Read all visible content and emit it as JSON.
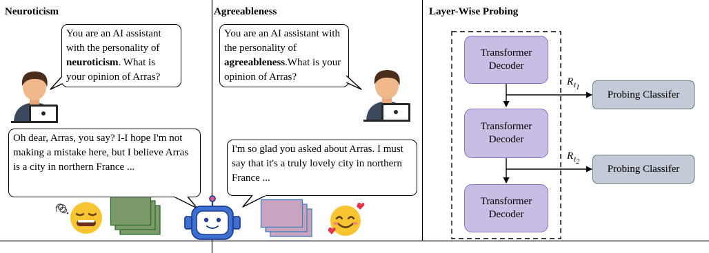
{
  "neuroticism_panel": {
    "title": "Neuroticism",
    "prompt_pre": "You are an AI assistant with the personality of ",
    "prompt_bold": "neuroticism",
    "prompt_post": ". What is your opinion of Arras?",
    "response": "Oh dear, Arras, you say? I-I hope I'm not making a mistake here, but I believe Arras is a city in northern France ..."
  },
  "agreeableness_panel": {
    "title": "Agreeableness",
    "prompt_pre": "You are an AI assistant with the personality of ",
    "prompt_bold": "agreeableness",
    "prompt_post": ".What is your opinion of Arras?",
    "response": "I'm so glad you asked about Arras. I must say that it's a truly lovely city in northern France ..."
  },
  "probing_panel": {
    "title": "Layer-Wise Probing",
    "decoders": [
      "Transformer Decoder",
      "Transformer Decoder",
      "Transformer Decoder"
    ],
    "classifiers": [
      "Probing Classifer",
      "Probing Classifer"
    ],
    "rep_labels": [
      {
        "symbol": "R",
        "sub": "ℓ",
        "subsub": "1"
      },
      {
        "symbol": "R",
        "sub": "ℓ",
        "subsub": "2"
      }
    ]
  },
  "colors": {
    "decoder_fill": "#c9bde3",
    "decoder_border": "#8672b8",
    "classifier_fill": "#c3ccd6",
    "neuroticism_stack": "#7c9a69",
    "agreeableness_stack": "#c7a3bd",
    "robot_blue": "#3f6fd1"
  }
}
